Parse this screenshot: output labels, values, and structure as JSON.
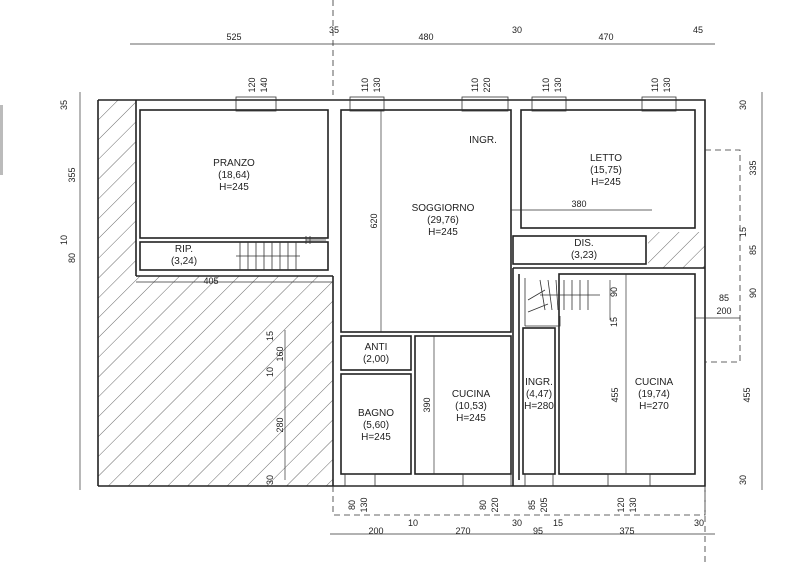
{
  "rooms": [
    {
      "name": "PRANZO",
      "area": "(18,64)",
      "height": "H=245"
    },
    {
      "name": "SOGGIORNO",
      "area": "(29,76)",
      "height": "H=245"
    },
    {
      "name": "LETTO",
      "area": "(15,75)",
      "height": "H=245"
    },
    {
      "name": "RIP.",
      "area": "(3,24)"
    },
    {
      "name": "DIS.",
      "area": "(3,23)"
    },
    {
      "name": "ANTI",
      "area": "(2,00)"
    },
    {
      "name": "BAGNO",
      "area": "(5,60)",
      "height": "H=245"
    },
    {
      "name": "CUCINA",
      "area": "(10,53)",
      "height": "H=245"
    },
    {
      "name": "INGR.",
      "area": "(4,47)",
      "height": "H=280"
    },
    {
      "name": "CUCINA",
      "area": "(19,74)",
      "height": "H=270"
    }
  ],
  "labels": {
    "ingresso": "INGR."
  },
  "top_dims": [
    "525",
    "35",
    "480",
    "30",
    "470",
    "45"
  ],
  "bottom_dims": [
    "200",
    "10",
    "270",
    "30",
    "95",
    "15",
    "375",
    "30"
  ],
  "left_dims": [
    "35",
    "355",
    "10",
    "80",
    "15",
    "160",
    "10",
    "280",
    "30"
  ],
  "right_dims": [
    "30",
    "335",
    "15",
    "85",
    "90",
    "455",
    "30"
  ],
  "window_dims": {
    "w1": [
      "120",
      "140"
    ],
    "w2": [
      "110",
      "130"
    ],
    "w3": [
      "110",
      "220"
    ],
    "w4": [
      "110",
      "130"
    ],
    "w5": [
      "110",
      "130"
    ],
    "b1": [
      "80",
      "130"
    ],
    "b2": [
      "80",
      "220"
    ],
    "b3": [
      "85",
      "205"
    ],
    "b4": [
      "120",
      "130"
    ]
  },
  "interior_dims": {
    "soggiorno_h": "620",
    "letto_w": "380",
    "pranzo_w": "405",
    "cucina1_h": "390",
    "cucina2_h": "455",
    "stair_h": "90",
    "stair_15": "15",
    "right_85": "85",
    "right_200": "200"
  }
}
